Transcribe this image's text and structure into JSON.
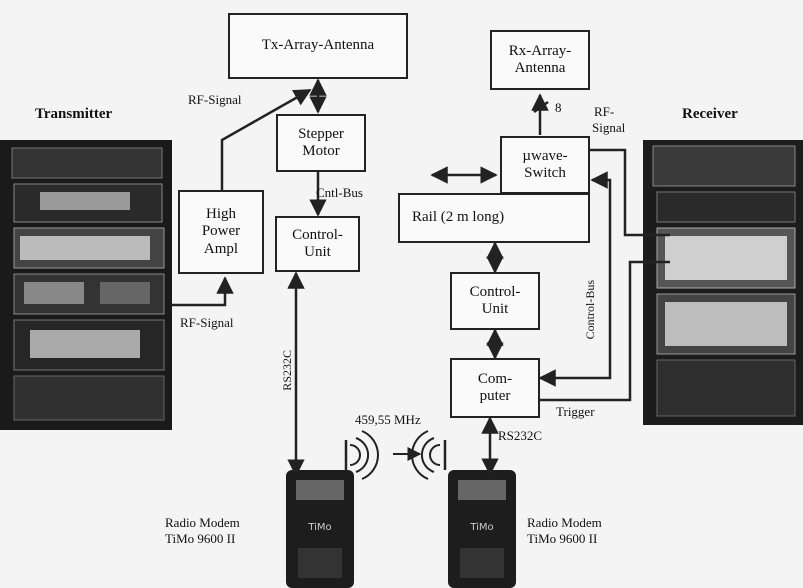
{
  "tx_antenna": "Tx-Array-Antenna",
  "rx_antenna_1": "Rx-Array-",
  "rx_antenna_2": "Antenna",
  "transmitter": "Transmitter",
  "receiver": "Receiver",
  "rf_signal_top": "RF-Signal",
  "rf_signal_bottom": "RF-Signal",
  "rf_signal_right_1": "RF-",
  "rf_signal_right_2": "Signal",
  "stepper_1": "Stepper",
  "stepper_2": "Motor",
  "cntl_bus": "Cntl-Bus",
  "hpa_1": "High",
  "hpa_2": "Power",
  "hpa_3": "Ampl",
  "cu_left_1": "Control-",
  "cu_left_2": "Unit",
  "uwave_1": "µwave-",
  "uwave_2": "Switch",
  "rail": "Rail (2 m long)",
  "cu_right_1": "Control-",
  "cu_right_2": "Unit",
  "computer_1": "Com-",
  "computer_2": "puter",
  "rs232c_vert": "RS232C",
  "rs232c_right": "RS232C",
  "control_bus": "Control-Bus",
  "trigger": "Trigger",
  "frequency": "459,55 MHz",
  "modem_left_1": "Radio Modem",
  "modem_left_2": "TiMo 9600 II",
  "modem_right_1": "Radio Modem",
  "modem_right_2": "TiMo 9600 II",
  "sw_count": "8"
}
